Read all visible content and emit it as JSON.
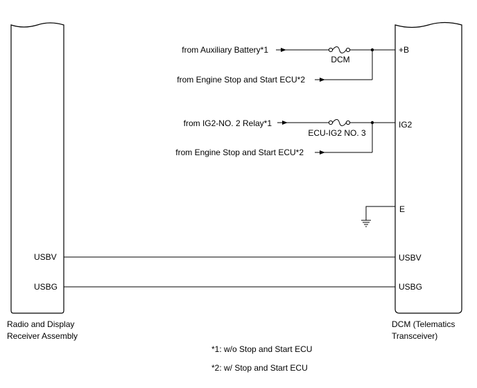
{
  "components": {
    "radio_receiver": {
      "name_line1": "Radio and Display",
      "name_line2": "Receiver Assembly",
      "terminals": {
        "usbv": "USBV",
        "usbg": "USBG"
      }
    },
    "dcm": {
      "name_line1": "DCM (Telematics",
      "name_line2": "Transceiver)",
      "terminals": {
        "plus_b": "+B",
        "ig2": "IG2",
        "e": "E",
        "usbv": "USBV",
        "usbg": "USBG"
      }
    }
  },
  "power_inputs": {
    "aux_battery": "from Auxiliary Battery*1",
    "engine_stop_start_1": "from Engine Stop and Start ECU*2",
    "ig2_relay": "from IG2-NO. 2 Relay*1",
    "engine_stop_start_2": "from Engine Stop and Start ECU*2"
  },
  "fuses": {
    "dcm": "DCM",
    "ecu_ig2": "ECU-IG2 NO. 3"
  },
  "notes": {
    "note1": "*1: w/o Stop and Start ECU",
    "note2": "*2: w/ Stop and Start ECU"
  }
}
